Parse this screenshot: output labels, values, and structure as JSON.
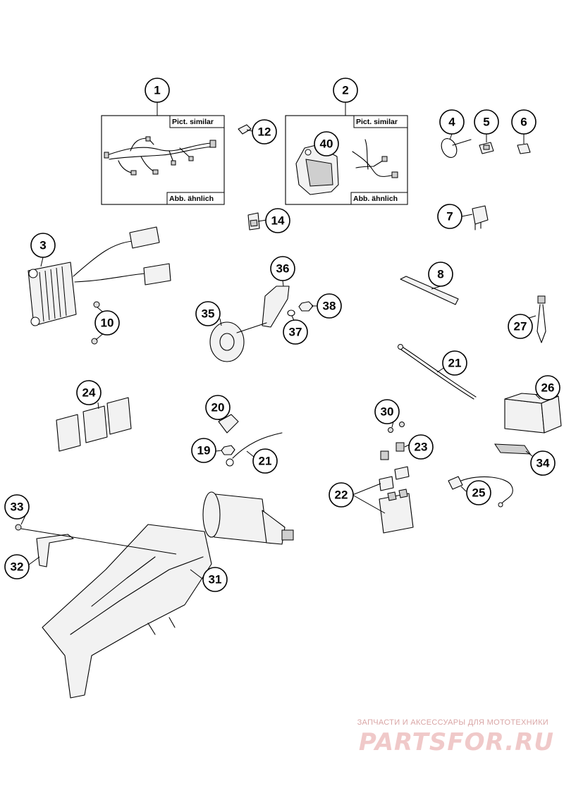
{
  "callouts": {
    "c1": "1",
    "c2": "2",
    "c3": "3",
    "c4": "4",
    "c5": "5",
    "c6": "6",
    "c7": "7",
    "c8": "8",
    "c10": "10",
    "c12": "12",
    "c14": "14",
    "c19": "19",
    "c20": "20",
    "c21a": "21",
    "c21b": "21",
    "c22": "22",
    "c23": "23",
    "c24": "24",
    "c25": "25",
    "c26": "26",
    "c27": "27",
    "c30": "30",
    "c31": "31",
    "c32": "32",
    "c33": "33",
    "c34": "34",
    "c35": "35",
    "c36": "36",
    "c37": "37",
    "c38": "38",
    "c40": "40"
  },
  "boxes": {
    "box1_top_tag": "Pict. similar",
    "box1_bottom_tag": "Abb. ähnlich",
    "box2_top_tag": "Pict. similar",
    "box2_bottom_tag": "Abb. ähnlich"
  },
  "watermark": {
    "caption": "ЗАПЧАСТИ И АКСЕССУАРЫ ДЛЯ МОТОТЕХНИКИ",
    "logo": "PARTSFOR.RU"
  }
}
